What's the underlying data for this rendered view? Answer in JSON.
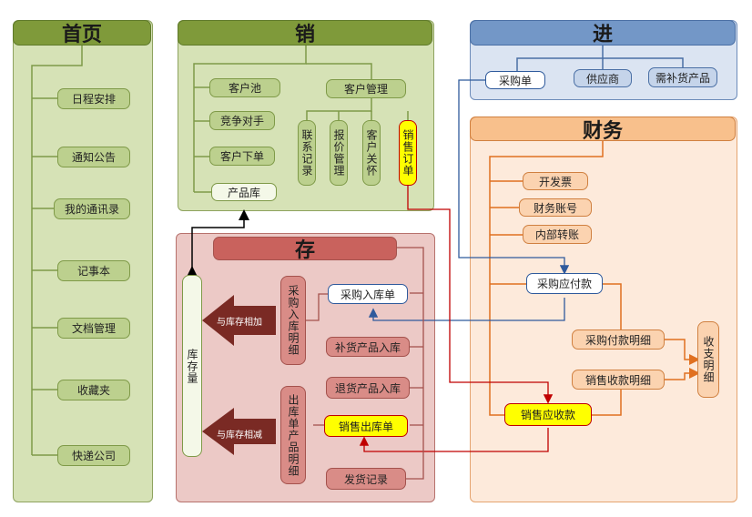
{
  "home": {
    "title": "首页",
    "items": [
      "日程安排",
      "通知公告",
      "我的通讯录",
      "记事本",
      "文档管理",
      "收藏夹",
      "快递公司"
    ]
  },
  "sales": {
    "title": "销",
    "customer_pool": "客户池",
    "competitor": "竞争对手",
    "customer_order": "客户下单",
    "product_lib": "产品库",
    "customer_mgmt": "客户管理",
    "sub": [
      "联系记录",
      "报价管理",
      "客户关怀",
      "销售订单"
    ]
  },
  "purchase": {
    "title": "进",
    "items": [
      "采购单",
      "供应商",
      "需补货产品"
    ]
  },
  "finance": {
    "title": "财务",
    "items": [
      "开发票",
      "财务账号",
      "内部转账"
    ],
    "payable": "采购应付款",
    "pay_detail": "采购付款明细",
    "recv_detail": "销售收款明细",
    "receivable": "销售应收款",
    "io_detail": "收支明细"
  },
  "stock": {
    "title": "存",
    "inventory": "库存量",
    "in_detail": "采购入库明细",
    "out_detail": "出库单产品明细",
    "add_label": "与库存相加",
    "sub_label": "与库存相减",
    "in_items": [
      "采购入库单",
      "补货产品入库",
      "退货产品入库"
    ],
    "out_items": [
      "销售出库单",
      "发货记录"
    ]
  }
}
